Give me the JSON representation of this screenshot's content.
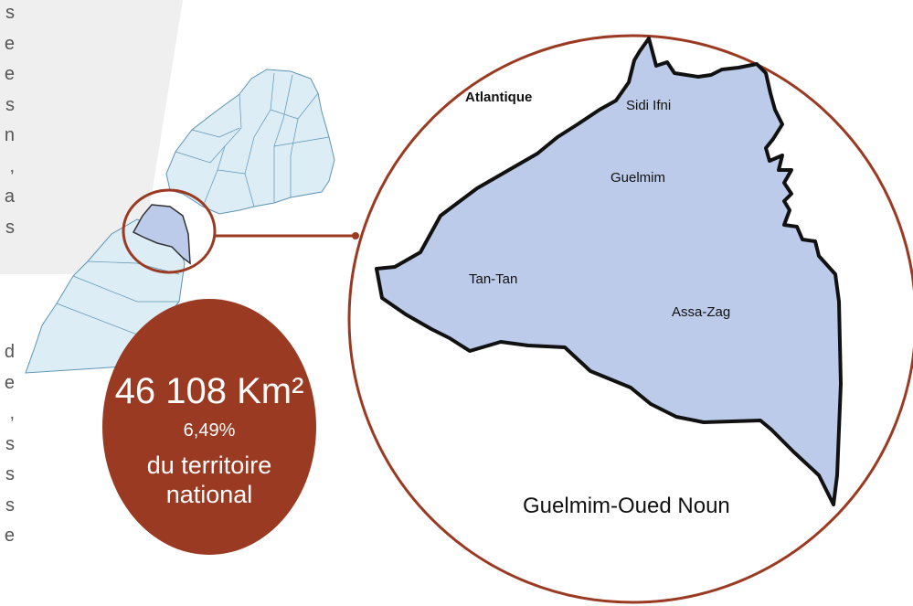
{
  "text_fragments_top": [
    "s",
    "e",
    "e",
    "s",
    "n",
    ",",
    "a",
    "s"
  ],
  "text_fragments_bottom": [
    "d",
    "e",
    ",",
    "s",
    "s",
    "s",
    "e"
  ],
  "area_badge": {
    "value": "46 108 Km²",
    "percent": "6,49%",
    "caption": "du territoire national"
  },
  "map_labels": {
    "atlantique": "Atlantique",
    "sidi_ifni": "Sidi Ifni",
    "guelmim": "Guelmim",
    "tan_tan": "Tan-Tan",
    "assa_zag": "Assa-Zag"
  },
  "region_name": "Guelmim-Oued Noun",
  "colors": {
    "badge": "#9a3a22",
    "region_fill": "#bccbea",
    "morocco_fill": "#dcedf6",
    "morocco_stroke": "#5d94b3",
    "ring": "#9a3a22"
  }
}
